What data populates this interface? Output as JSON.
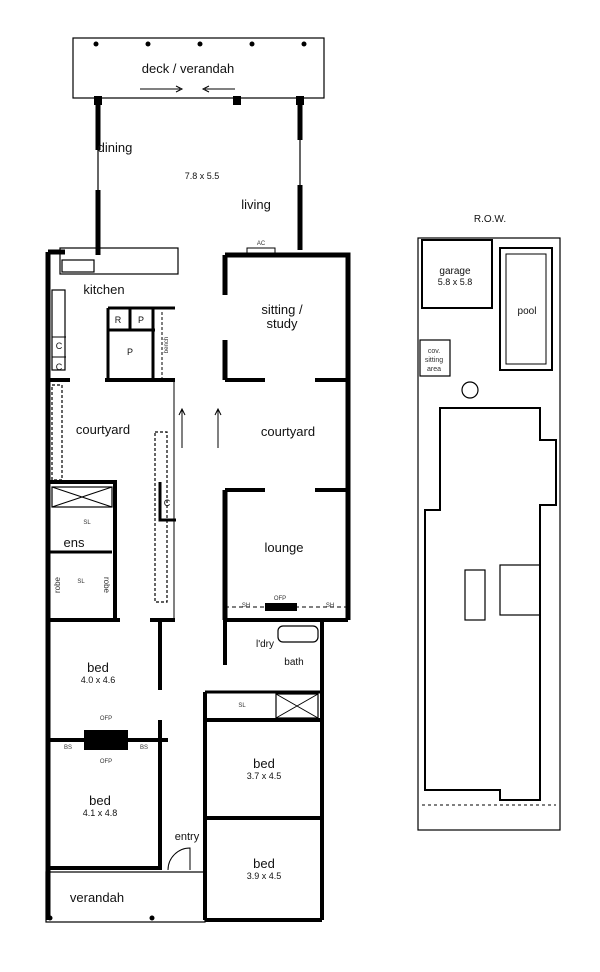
{
  "house_plan": {
    "rooms": {
      "deck": "deck / verandah",
      "dining": "dining",
      "living_dim": "7.8 x 5.5",
      "living": "living",
      "ac": "AC",
      "kitchen": "kitchen",
      "r": "R",
      "p1": "P",
      "p2": "P",
      "bench": "bench",
      "c1": "C",
      "c2": "C",
      "c3": "C",
      "sitting": "sitting /",
      "study": "study",
      "courtyard_left": "courtyard",
      "courtyard_right": "courtyard",
      "ens": "ens",
      "sl1": "SL",
      "sl2": "SL",
      "sl3": "SL",
      "robe1": "robe",
      "robe2": "robe",
      "lounge": "lounge",
      "sh1": "SH",
      "sh2": "SH",
      "ofp1": "OFP",
      "ofp2": "OFP",
      "ofp3": "OFP",
      "bs1": "BS",
      "bs2": "BS",
      "ldry": "l'dry",
      "bath": "bath",
      "bed1": "bed",
      "bed1_dim": "4.0 x 4.6",
      "bed2": "bed",
      "bed2_dim": "4.1 x 4.8",
      "bed3": "bed",
      "bed3_dim": "3.7 x 4.5",
      "bed4": "bed",
      "bed4_dim": "3.9 x 4.5",
      "entry": "entry",
      "verandah": "verandah"
    }
  },
  "site_plan": {
    "row": "R.O.W.",
    "garage": "garage",
    "garage_dim": "5.8 x 5.8",
    "pool": "pool",
    "cov1": "cov.",
    "cov2": "sitting",
    "cov3": "area"
  }
}
